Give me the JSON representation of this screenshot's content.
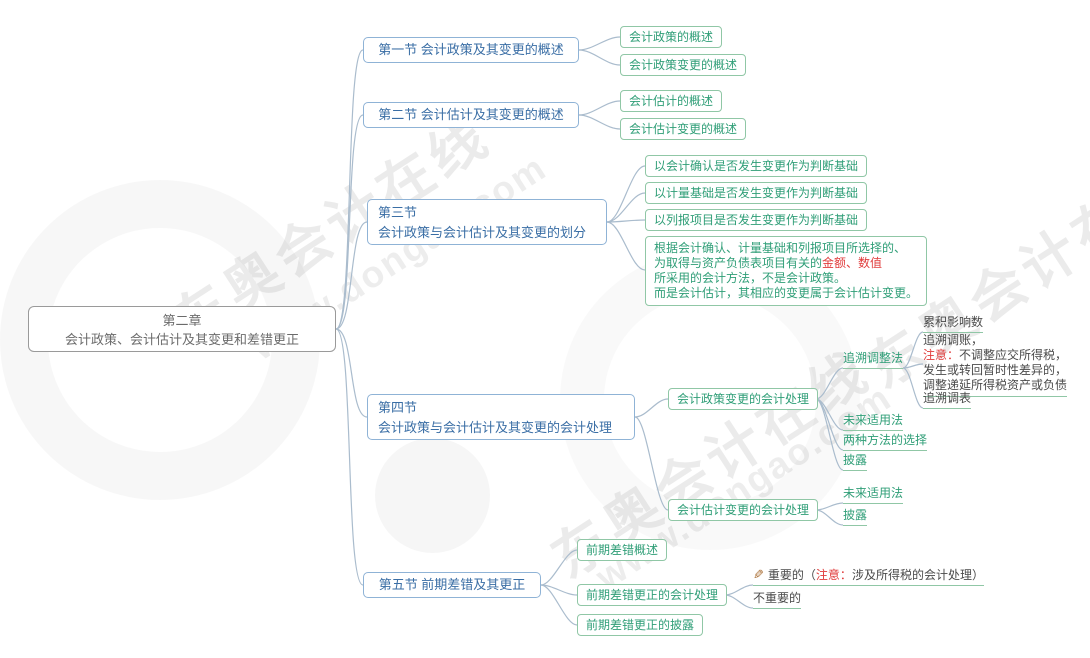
{
  "watermark": {
    "brand": "东奥会计在线",
    "url": "www.dongao.com"
  },
  "root": {
    "line1": "第二章",
    "line2": "会计政策、会计估计及其变更和差错更正"
  },
  "section1": {
    "label": "第一节 会计政策及其变更的概述",
    "children": {
      "c1": "会计政策的概述",
      "c2": "会计政策变更的概述"
    }
  },
  "section2": {
    "label": "第二节 会计估计及其变更的概述",
    "children": {
      "c1": "会计估计的概述",
      "c2": "会计估计变更的概述"
    }
  },
  "section3": {
    "line1": "第三节",
    "line2": "会计政策与会计估计及其变更的划分",
    "children": {
      "c1": "以会计确认是否发生变更作为判断基础",
      "c2": "以计量基础是否发生变更作为判断基础",
      "c3": "以列报项目是否发生变更作为判断基础"
    },
    "note": {
      "t1": "根据会计确认、计量基础和列报项目所选择的、",
      "t2": "为取得与资产负债表项目有关的",
      "em": "金额、数值",
      "t3": "所采用的会计方法，不是会计政策。",
      "t4": "而是会计估计，其相应的变更属于会计估计变更。"
    }
  },
  "section4": {
    "line1": "第四节",
    "line2": "会计政策与会计估计及其变更的会计处理",
    "policy": {
      "label": "会计政策变更的会计处理",
      "retro": {
        "label": "追溯调整法",
        "c1": "累积影响数",
        "note": {
          "t1": "追溯调账，",
          "em": "注意：",
          "t2": "不调整应交所得税，",
          "t3": "发生或转回暂时性差异的，",
          "t4": "调整递延所得税资产或负债"
        },
        "c3": "追溯调表"
      },
      "future": "未来适用法",
      "choice": "两种方法的选择",
      "disclosure": "披露"
    },
    "estimate": {
      "label": "会计估计变更的会计处理",
      "future": "未来适用法",
      "disclosure": "披露"
    }
  },
  "section5": {
    "label": "第五节 前期差错及其更正",
    "c1": "前期差错概述",
    "c2": {
      "label": "前期差错更正的会计处理",
      "important": {
        "t1": "重要的（",
        "em": "注意：",
        "t2": "涉及所得税的会计处理）"
      },
      "unimportant": "不重要的"
    },
    "c3": "前期差错更正的披露"
  },
  "colors": {
    "section_text": "#3a6ea5",
    "leaf_text": "#2f9e77",
    "warn_text": "#e03b3b",
    "connector": "#aabccd"
  }
}
